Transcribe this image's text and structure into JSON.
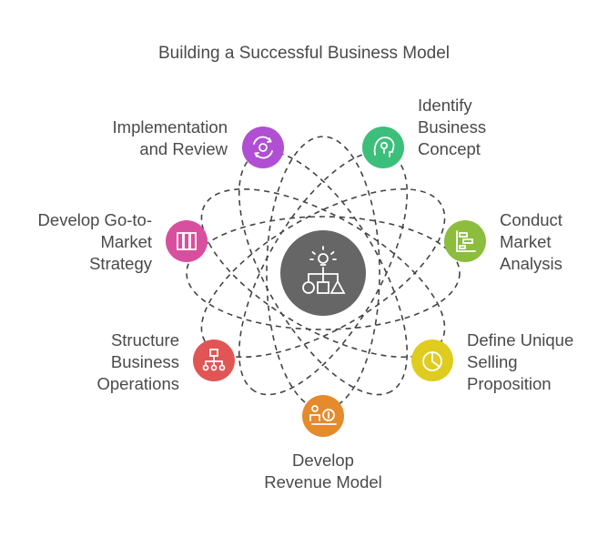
{
  "title": "Building a Successful Business Model",
  "hub": {
    "icon": "idea-shapes-hierarchy-icon",
    "color": "#666666"
  },
  "nodes": [
    {
      "id": "identify",
      "lines": [
        "Identify",
        "Business",
        "Concept"
      ],
      "color": "#3cbf7a",
      "icon": "lightbulb-head-icon"
    },
    {
      "id": "conduct",
      "lines": [
        "Conduct",
        "Market",
        "Analysis"
      ],
      "color": "#8cbd3c",
      "icon": "gantt-chart-icon"
    },
    {
      "id": "usp",
      "lines": [
        "Define Unique",
        "Selling",
        "Proposition"
      ],
      "color": "#dfcc1f",
      "icon": "pie-chart-icon"
    },
    {
      "id": "revenue",
      "lines": [
        "Develop",
        "Revenue Model"
      ],
      "color": "#e58a2d",
      "icon": "person-coin-icon"
    },
    {
      "id": "operations",
      "lines": [
        "Structure",
        "Business",
        "Operations"
      ],
      "color": "#e25555",
      "icon": "org-chart-icon"
    },
    {
      "id": "gotomarket",
      "lines": [
        "Develop Go-to-",
        "Market",
        "Strategy"
      ],
      "color": "#d94f9f",
      "icon": "book-columns-icon"
    },
    {
      "id": "implementation",
      "lines": [
        "Implementation",
        "and Review"
      ],
      "color": "#b04fd4",
      "icon": "gear-cycle-icon"
    }
  ]
}
